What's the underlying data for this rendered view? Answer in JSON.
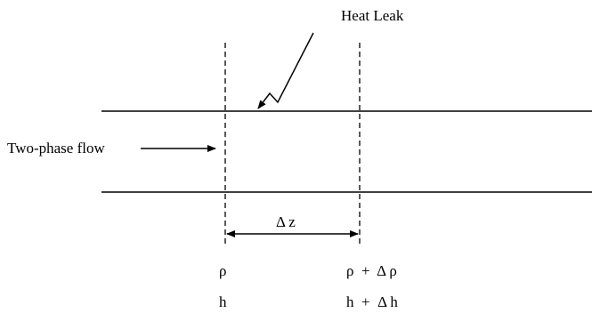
{
  "labels": {
    "heat_leak": "Heat Leak",
    "flow": "Two-phase flow",
    "delta_z": "Δ z",
    "rho_left": "ρ",
    "h_left": "h",
    "rho_right": "ρ  +  Δ ρ",
    "h_right": "h  +  Δ h"
  }
}
